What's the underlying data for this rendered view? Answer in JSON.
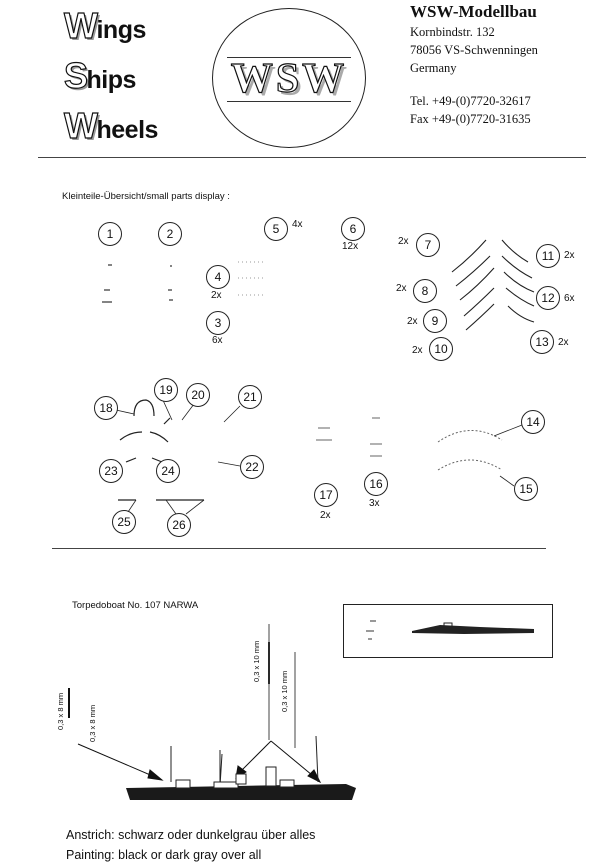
{
  "logo": {
    "lines": [
      {
        "initial": "W",
        "rest": "ings"
      },
      {
        "initial": "S",
        "rest": "hips"
      },
      {
        "initial": "W",
        "rest": "heels"
      }
    ],
    "emblem_text": "WSW"
  },
  "company": {
    "name": "WSW-Modellbau",
    "street": "Kornbindstr. 132",
    "city": "78056 VS-Schwenningen",
    "country": "Germany",
    "tel": "Tel. +49-(0)7720-32617",
    "fax": "Fax +49-(0)7720-31635"
  },
  "parts_section": {
    "title": "Kleinteile-Übersicht/small parts display :",
    "callouts": [
      {
        "n": "1"
      },
      {
        "n": "2"
      },
      {
        "n": "3"
      },
      {
        "n": "4"
      },
      {
        "n": "5"
      },
      {
        "n": "6"
      },
      {
        "n": "7"
      },
      {
        "n": "8"
      },
      {
        "n": "9"
      },
      {
        "n": "10"
      },
      {
        "n": "11"
      },
      {
        "n": "12"
      },
      {
        "n": "13"
      },
      {
        "n": "14"
      },
      {
        "n": "15"
      },
      {
        "n": "16"
      },
      {
        "n": "17"
      },
      {
        "n": "18"
      },
      {
        "n": "19"
      },
      {
        "n": "20"
      },
      {
        "n": "21"
      },
      {
        "n": "22"
      },
      {
        "n": "23"
      },
      {
        "n": "24"
      },
      {
        "n": "25"
      },
      {
        "n": "26"
      }
    ],
    "quantities": {
      "q3": "6x",
      "q4": "2x",
      "q5": "4x",
      "q6": "12x",
      "q7": "2x",
      "q8": "2x",
      "q9": "2x",
      "q10": "2x",
      "q11": "2x",
      "q12": "6x",
      "q13": "2x",
      "q16": "3x",
      "q17": "2x"
    }
  },
  "boat_section": {
    "title": "Torpedoboat No. 107  NARWA",
    "dimensions": {
      "a": "0,3 x 8 mm",
      "b": "0,3 x 8 mm",
      "c": "0,3 x 10 mm",
      "d": "0,3 x 10 mm"
    }
  },
  "painting": {
    "german": "Anstrich: schwarz oder dunkelgrau über alles",
    "english": "Painting: black or dark gray over all"
  }
}
